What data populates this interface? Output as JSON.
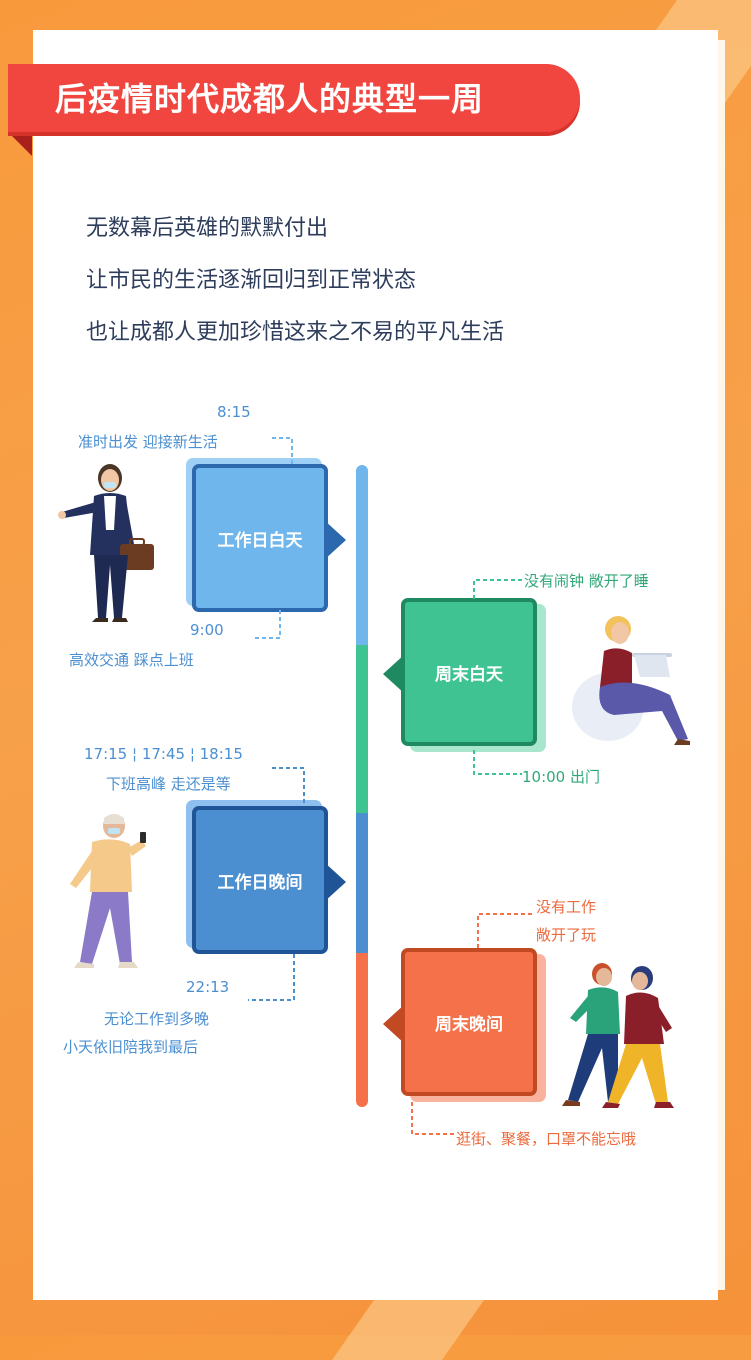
{
  "title": "后疫情时代成都人的典型一周",
  "intro": {
    "line1": "无数幕后英雄的默默付出",
    "line2": "让市民的生活逐渐回归到正常状态",
    "line3": "也让成都人更加珍惜这来之不易的平凡生活"
  },
  "weekday_day": {
    "label": "工作日白天",
    "note_top_time": "8:15",
    "note_top_text": "准时出发 迎接新生活",
    "note_bottom_time": "9:00",
    "note_bottom_text": "高效交通 踩点上班"
  },
  "weekend_day": {
    "label": "周末白天",
    "note_top_text": "没有闹钟 敞开了睡",
    "note_bottom_text": "10:00 出门"
  },
  "weekday_night": {
    "label": "工作日晚间",
    "note_top_times": "17:15 ¦ 17:45 ¦ 18:15",
    "note_top_text": "下班高峰 走还是等",
    "note_bottom_time": "22:13",
    "note_bottom_line1": "无论工作到多晚",
    "note_bottom_line2": "小天依旧陪我到最后"
  },
  "weekend_night": {
    "label": "周末晚间",
    "note_top_line1": "没有工作",
    "note_top_line2": "敞开了玩",
    "note_bottom_text": "逛街、聚餐，口罩不能忘哦"
  },
  "colors": {
    "blue": "#4b8fd1",
    "light_blue": "#6fb6ec",
    "green": "#3fc392",
    "orange": "#f4714a",
    "title_red": "#f0463f",
    "text_dark": "#2e3d5c"
  }
}
